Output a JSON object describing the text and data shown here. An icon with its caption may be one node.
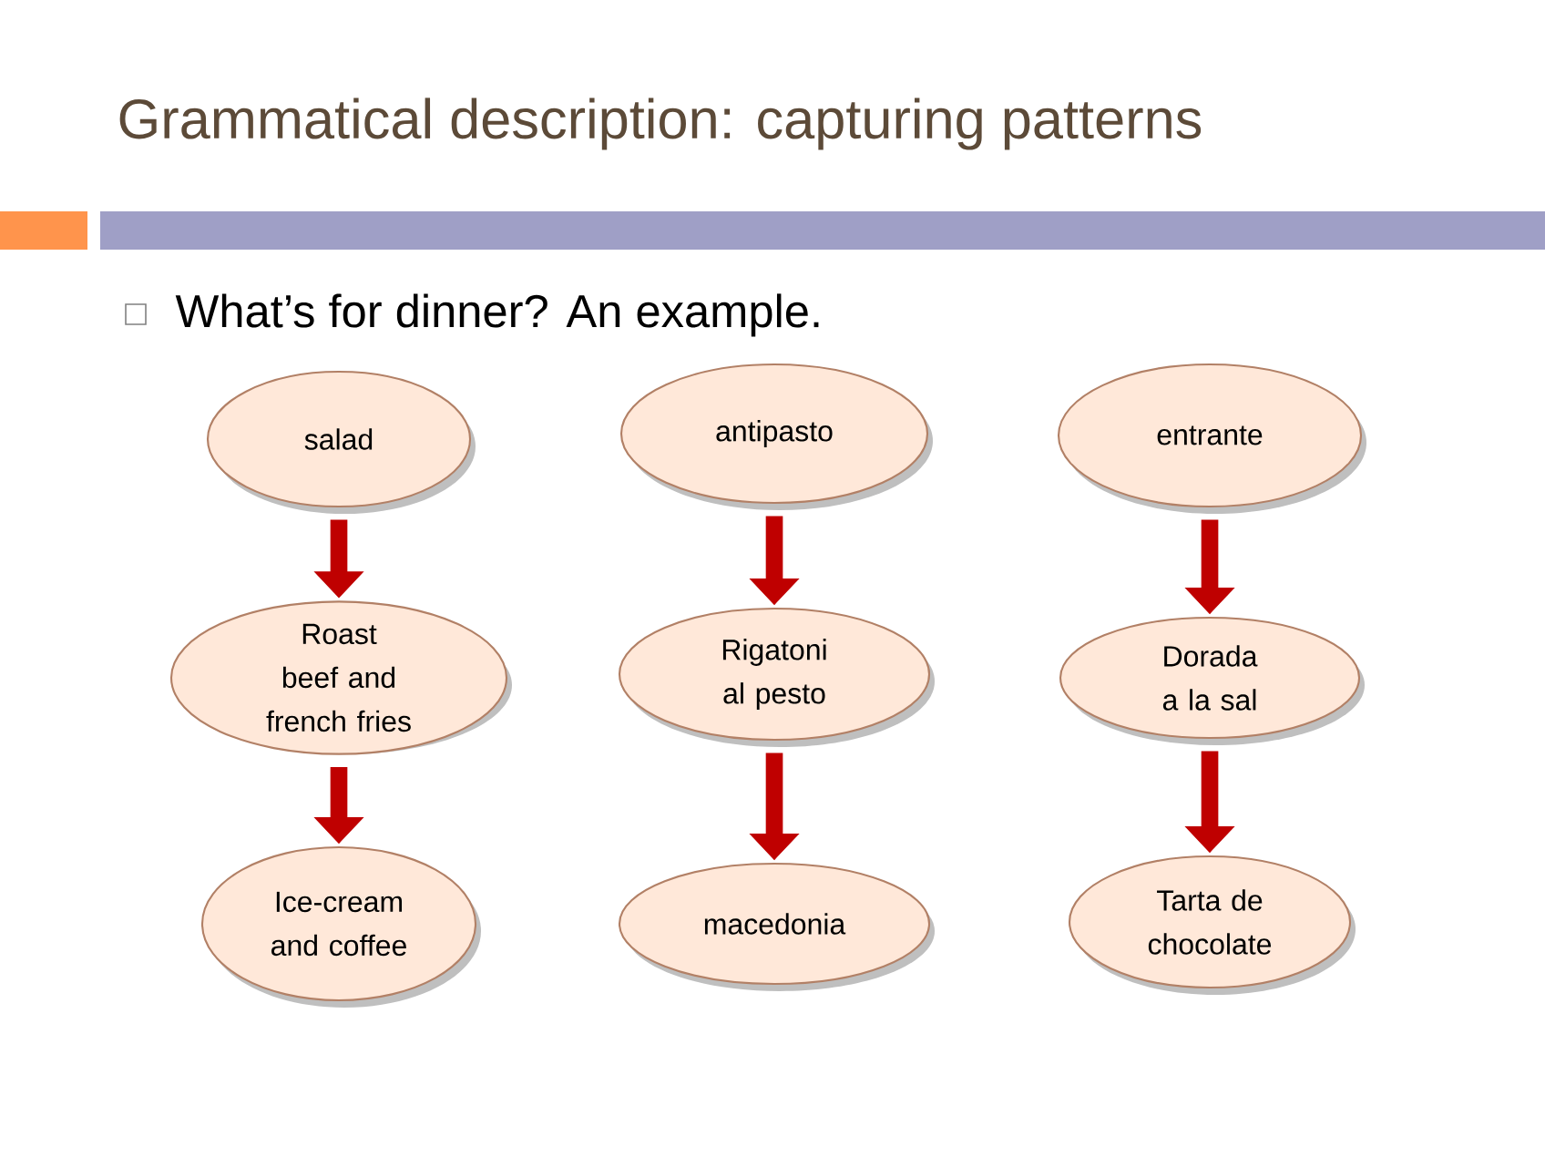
{
  "diagram": {
    "title": "Grammatical description: capturing patterns",
    "nodes": [
      {
        "text": [
          "salad"
        ]
      },
      {
        "text": [
          "antipasto"
        ]
      },
      {
        "text": [
          "entrante"
        ]
      },
      {
        "text": [
          "Roast beef and french fries"
        ]
      },
      {
        "text": [
          "Rigatoni al pesto"
        ]
      },
      {
        "text": [
          "Dorada a la sal"
        ]
      },
      {
        "text": [
          "Ice-cream and coffee"
        ]
      },
      {
        "text": [
          "macedonia"
        ]
      },
      {
        "text": [
          "Tarta de chocolate"
        ]
      }
    ],
    "edges": [
      {
        "from": 0,
        "to": 3,
        "arrow": "to"
      },
      {
        "from": 3,
        "to": 6,
        "arrow": "to"
      },
      {
        "from": 1,
        "to": 4,
        "arrow": "to"
      },
      {
        "from": 4,
        "to": 7,
        "arrow": "to"
      },
      {
        "from": 2,
        "to": 5,
        "arrow": "to"
      },
      {
        "from": 5,
        "to": 8,
        "arrow": "to"
      }
    ],
    "labels": [
      "What’s for dinner? An example."
    ]
  }
}
